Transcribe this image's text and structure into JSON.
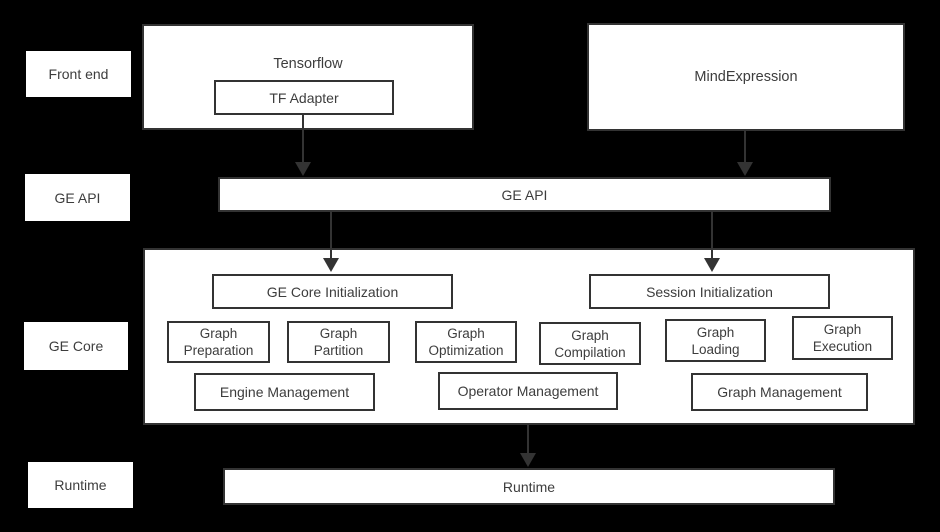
{
  "colors": {
    "background": "#000000",
    "box_fill": "#ffffff",
    "border": "#333333",
    "text": "#3d3d3d",
    "arrow": "#333333"
  },
  "side_labels": [
    {
      "label": "Front end"
    },
    {
      "label": "GE API"
    },
    {
      "label": "GE Core"
    },
    {
      "label": "Runtime"
    }
  ],
  "frontend": {
    "tensorflow_label": "Tensorflow",
    "tf_adapter_label": "TF Adapter",
    "mindexpression_label": "MindExpression"
  },
  "ge_api_bar": {
    "label": "GE API"
  },
  "ge_core": {
    "ge_core_init_label": "GE Core Initialization",
    "session_init_label": "Session Initialization",
    "modules": [
      {
        "line1": "Graph",
        "line2": "Preparation"
      },
      {
        "line1": "Graph",
        "line2": "Partition"
      },
      {
        "line1": "Graph",
        "line2": "Optimization"
      },
      {
        "line1": "Graph",
        "line2": "Compilation"
      },
      {
        "line1": "Graph",
        "line2": "Loading"
      },
      {
        "line1": "Graph",
        "line2": "Execution"
      }
    ],
    "management": [
      {
        "label": "Engine Management"
      },
      {
        "label": "Operator Management"
      },
      {
        "label": "Graph Management"
      }
    ]
  },
  "runtime_bar": {
    "label": "Runtime"
  }
}
